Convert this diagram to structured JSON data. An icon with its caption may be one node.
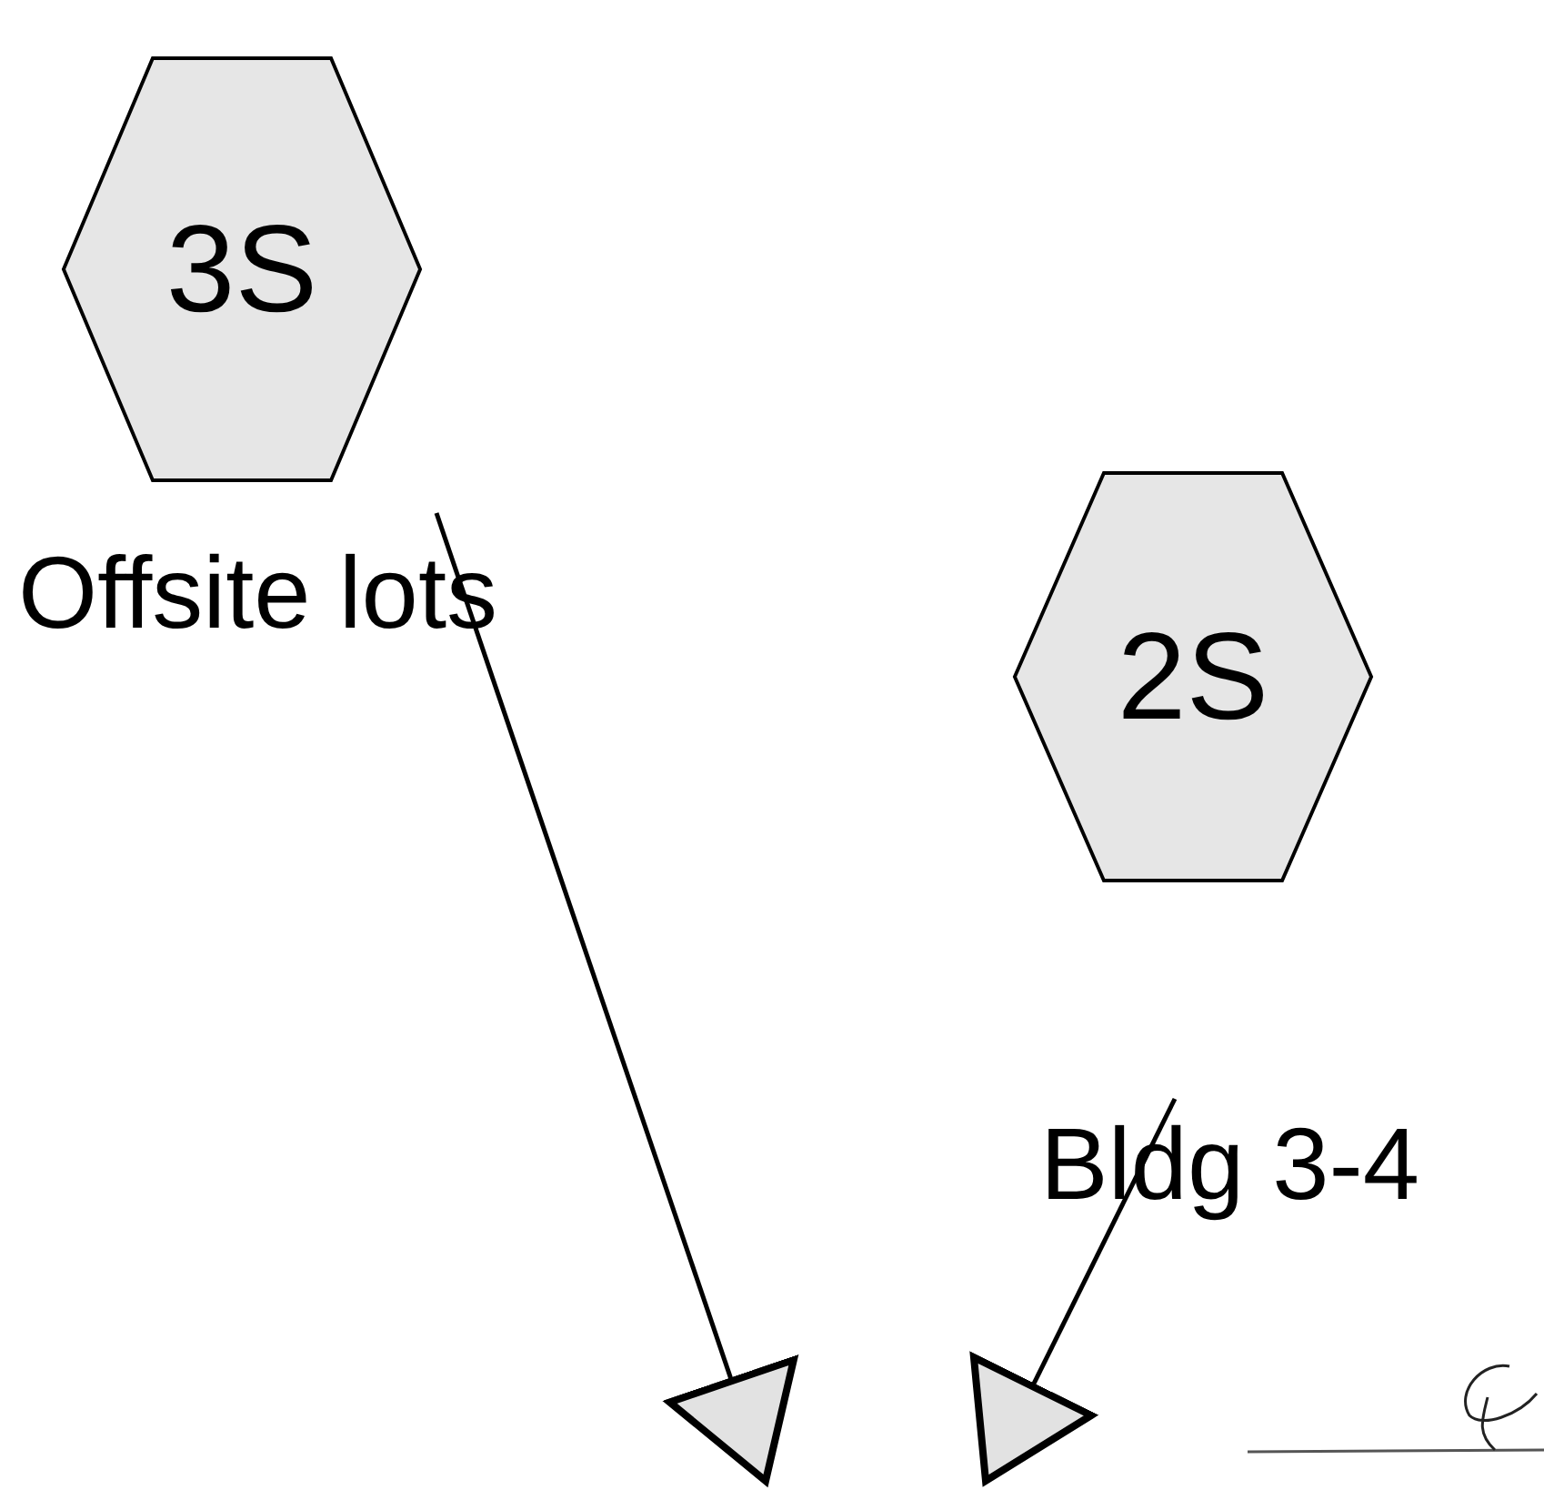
{
  "diagram": {
    "nodes": [
      {
        "text": [
          "3S"
        ],
        "beside": [
          "Offsite lots"
        ]
      },
      {
        "text": [
          "2S"
        ],
        "beside": [
          "Bldg 3-4"
        ]
      }
    ],
    "edges": [
      {
        "from": 0,
        "to": null,
        "arrow": "to"
      },
      {
        "from": 1,
        "to": null,
        "arrow": "to"
      }
    ]
  }
}
